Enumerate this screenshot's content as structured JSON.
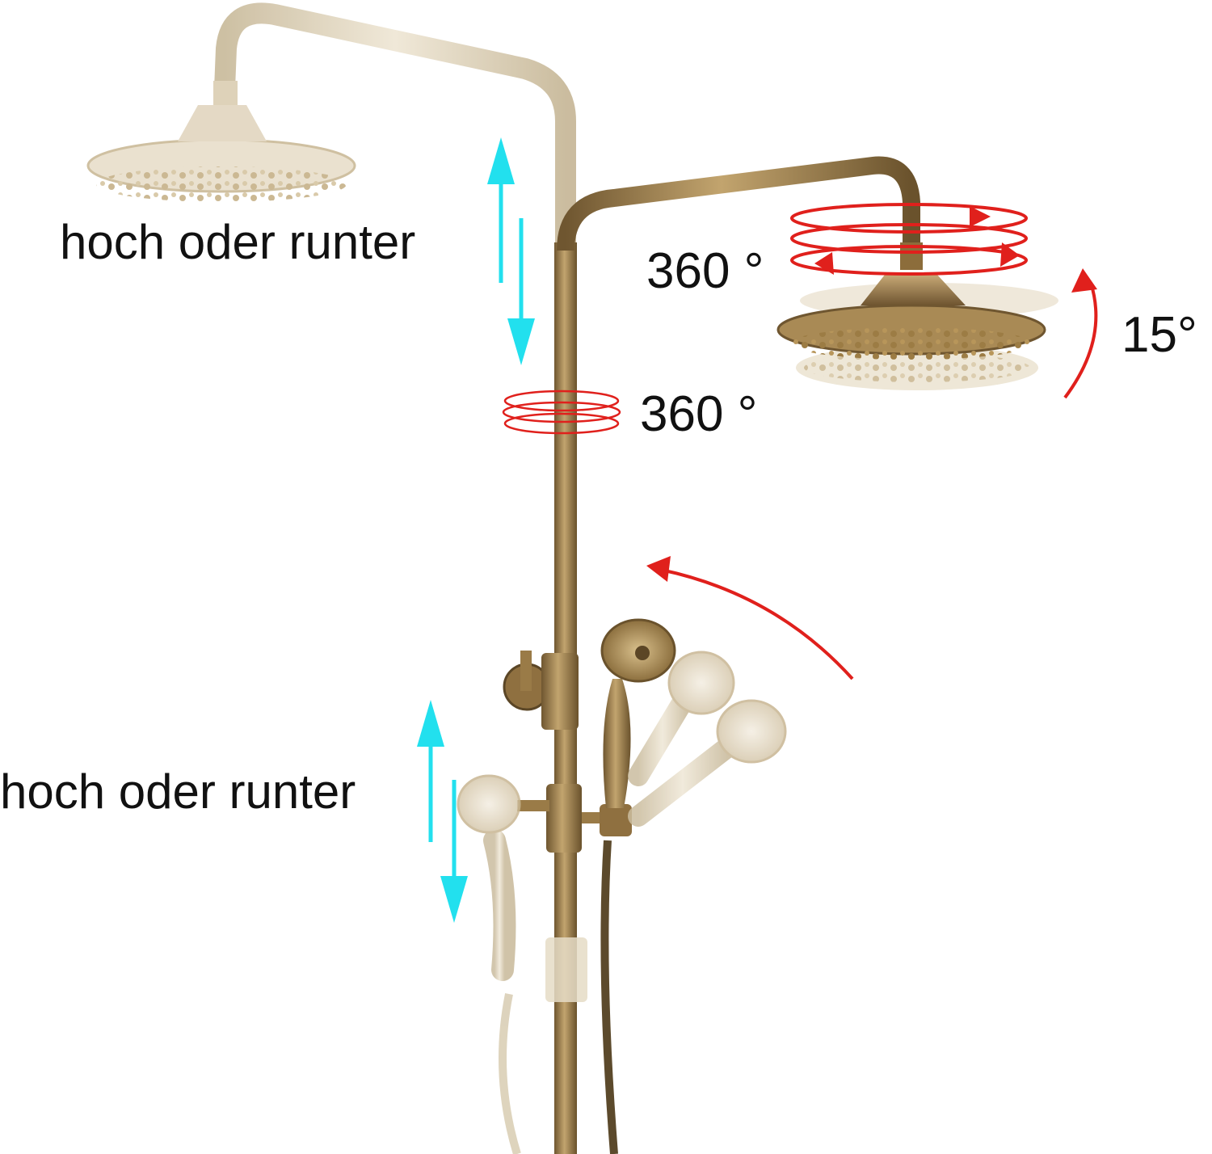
{
  "labels": {
    "top_height_adjust": "hoch oder runter",
    "bottom_height_adjust": "hoch oder runter",
    "head_rotation": "360 °",
    "pipe_rotation": "360 °",
    "head_tilt": "15°"
  },
  "colors": {
    "brass": "#a88a5a",
    "brass_dark": "#7d6338",
    "brass_ghost": "#d9ccb3",
    "arrow_cyan": "#22e0ee",
    "arrow_red": "#e0201c",
    "text": "#111111"
  },
  "icons": {
    "updown_arrow": "double-cyan-arrow",
    "rotation_ring": "red-ellipse-arrows",
    "tilt_arrow": "red-curved-arrow"
  }
}
